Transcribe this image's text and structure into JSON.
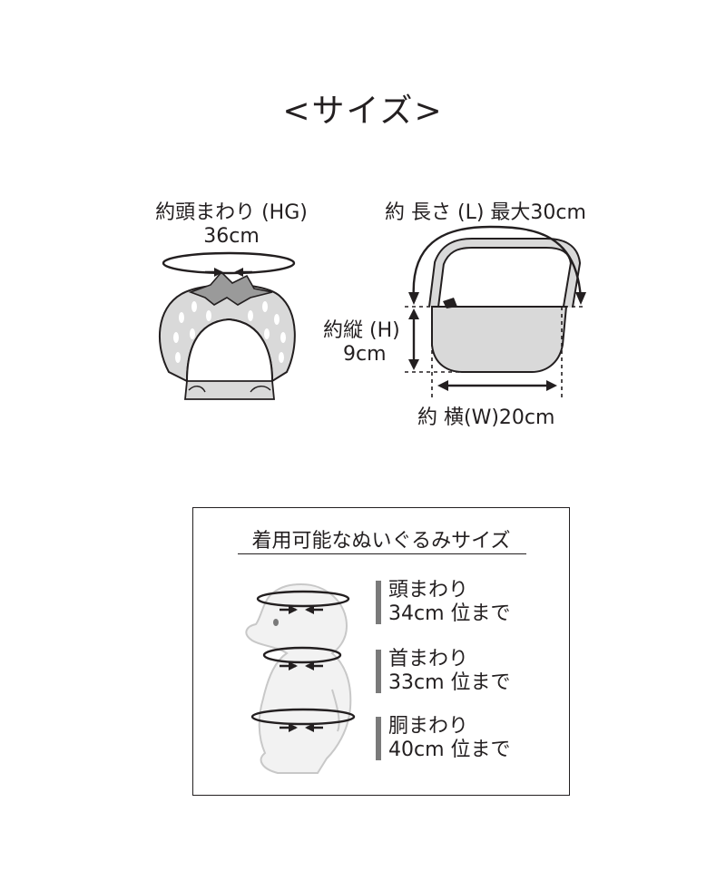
{
  "title": "<サイズ>",
  "hat": {
    "label_line1": "約頭まわり (HG)",
    "label_line2": "36cm"
  },
  "bag": {
    "length_label": "約 長さ (L) 最大30cm",
    "height_label_line1": "約縦 (H)",
    "height_label_line2": "9cm",
    "width_label": "約 横(W)20cm"
  },
  "plush": {
    "heading": "着用可能なぬいぐるみサイズ",
    "items": [
      {
        "name": "頭まわり",
        "value": "34cm 位まで"
      },
      {
        "name": "首まわり",
        "value": "33cm 位まで"
      },
      {
        "name": "胴まわり",
        "value": "40cm 位まで"
      }
    ]
  },
  "colors": {
    "ink": "#231f20",
    "fill_gray": "#d9d9d9",
    "accent_bar": "#7a7a7a"
  }
}
